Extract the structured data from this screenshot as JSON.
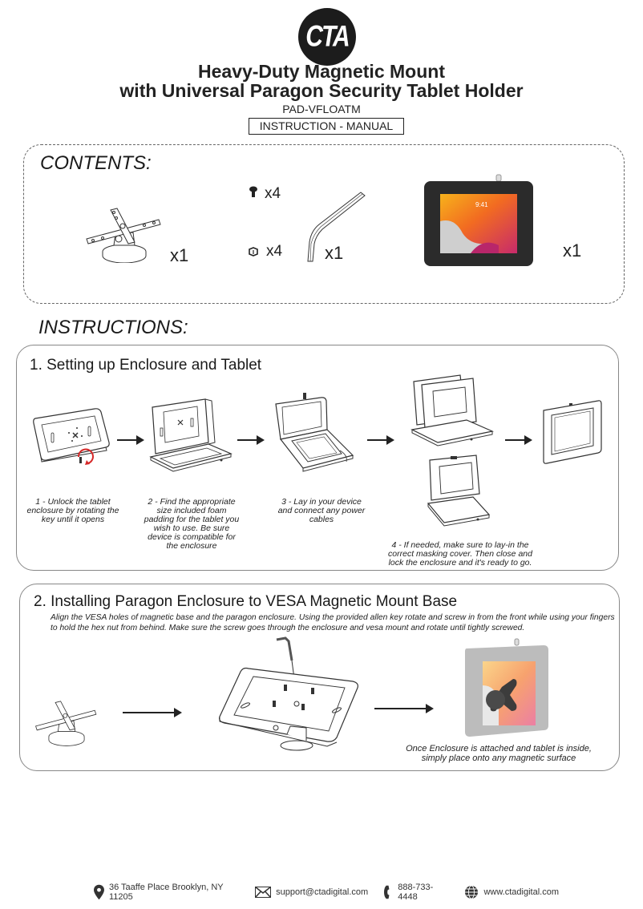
{
  "header": {
    "logo_text": "CTA",
    "title_line1": "Heavy-Duty Magnetic Mount",
    "title_line2": "with Universal Paragon Security Tablet Holder",
    "model": "PAD-VFLOATM",
    "manual_label": "INSTRUCTION - MANUAL"
  },
  "contents": {
    "heading": "CONTENTS:",
    "items": [
      {
        "name": "VESA magnetic mount base",
        "qty": "x1"
      },
      {
        "name": "screw",
        "qty": "x4"
      },
      {
        "name": "hex nut",
        "qty": "x4"
      },
      {
        "name": "allen key",
        "qty": "x1"
      },
      {
        "name": "paragon tablet enclosure",
        "qty": "x1",
        "screen_time": "9:41"
      }
    ]
  },
  "instructions": {
    "heading": "INSTRUCTIONS:",
    "step1": {
      "title": "1. Setting up Enclosure and Tablet",
      "substeps": [
        {
          "text": "1 - Unlock the tablet enclosure by rotating the key until it opens"
        },
        {
          "text": "2 - Find the appropriate size included foam padding for the tablet you wish to use. Be sure device is compatible for the enclosure"
        },
        {
          "text": "3 - Lay in your device and connect any power cables"
        },
        {
          "text": "4 - If needed, make sure to lay-in the correct masking cover. Then close and lock the enclosure and it's ready to go."
        }
      ]
    },
    "step2": {
      "title": "2. Installing Paragon Enclosure to VESA Magnetic Mount Base",
      "description": "Align the VESA holes of magnetic base and the paragon enclosure. Using the provided allen key rotate and screw in from the front while using your fingers to hold the hex nut from behind. Make sure the screw goes through the enclosure and vesa mount and rotate until tightly screwed.",
      "caption": "Once Enclosure is attached and tablet is inside, simply place onto any magnetic surface"
    }
  },
  "footer": {
    "address": "36 Taaffe Place Brooklyn, NY 11205",
    "email": "support@ctadigital.com",
    "phone": "888-733-4448",
    "website": "www.ctadigital.com"
  },
  "colors": {
    "accent_red": "#d62828",
    "text": "#1a1a1a",
    "enclosure_black": "#2a2a2a",
    "screen_orange": "#f26b21"
  }
}
